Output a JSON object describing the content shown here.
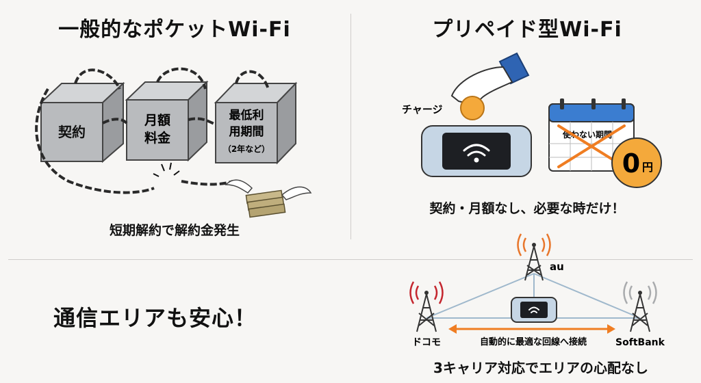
{
  "left_panel": {
    "title": "一般的なポケットWi-Fi",
    "box_contract": "契約",
    "box_monthly_line1": "月額",
    "box_monthly_line2": "料金",
    "box_minimum_line1": "最低利",
    "box_minimum_line2": "用期間",
    "box_minimum_line3": "（2年など）",
    "caption": "短期解約で解約金発生"
  },
  "right_panel": {
    "title": "プリペイド型Wi-Fi",
    "charge_label": "チャージ",
    "calendar_label": "使わない期間",
    "coin_amount": "0",
    "coin_unit": "円",
    "caption": "契約・月額なし、必要な時だけ！"
  },
  "bottom_panel": {
    "title": "通信エリアも安心！",
    "carrier_au": "au",
    "carrier_docomo": "ドコモ",
    "carrier_softbank": "SoftBank",
    "auto_connect": "自動的に最適な回線へ接続",
    "caption": "3キャリア対応でエリアの心配なし"
  },
  "colors": {
    "au": "#e8762b",
    "docomo": "#c4262e",
    "softbank": "#a9abad",
    "arrow": "#ef7d22",
    "coin": "#f4a93b",
    "calendar": "#3b7dd0",
    "sleeve": "#2f64b3"
  }
}
